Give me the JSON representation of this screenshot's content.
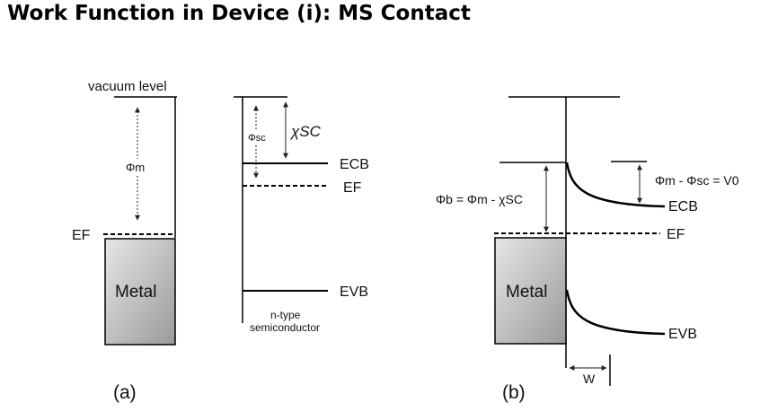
{
  "title": "Work Function in Device (i): MS Contact",
  "panel_a": {
    "vacuum_level": "vacuum level",
    "phi_m": "Φm",
    "phi_sc": "Φsc",
    "chi_sc": "χSC",
    "ef_metal": "EF",
    "metal": "Metal",
    "ecb": "ECB",
    "ef_sc": "EF",
    "evb": "EVB",
    "sc_label_1": "n-type",
    "sc_label_2": "semiconductor",
    "caption": "(a)"
  },
  "panel_b": {
    "phi_b_eq": "Φb = Φm - χSC",
    "v0_eq": "Φm - Φsc = V0",
    "ecb": "ECB",
    "ef": "EF",
    "metal": "Metal",
    "evb": "EVB",
    "w": "W",
    "caption": "(b)"
  }
}
